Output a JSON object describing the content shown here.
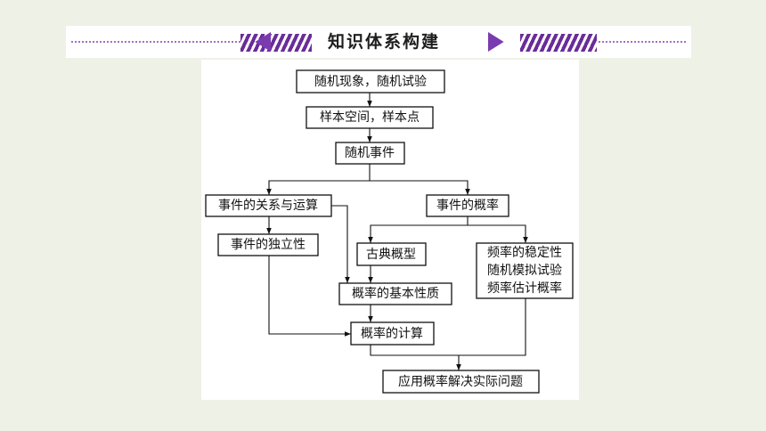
{
  "banner": {
    "title": "知识体系构建",
    "accent_color": "#6a2c9a"
  },
  "diagram": {
    "nodes": {
      "random_phenomenon": "随机现象，随机试验",
      "sample_space": "样本空间，样本点",
      "random_event": "随机事件",
      "event_relations": "事件的关系与运算",
      "event_probability": "事件的概率",
      "independence": "事件的独立性",
      "classical_model": "古典概型",
      "frequency_line1": "频率的稳定性",
      "frequency_line2": "随机模拟试验",
      "frequency_line3": "频率估计概率",
      "basic_properties": "概率的基本性质",
      "probability_calc": "概率的计算",
      "application": "应用概率解决实际问题"
    }
  }
}
